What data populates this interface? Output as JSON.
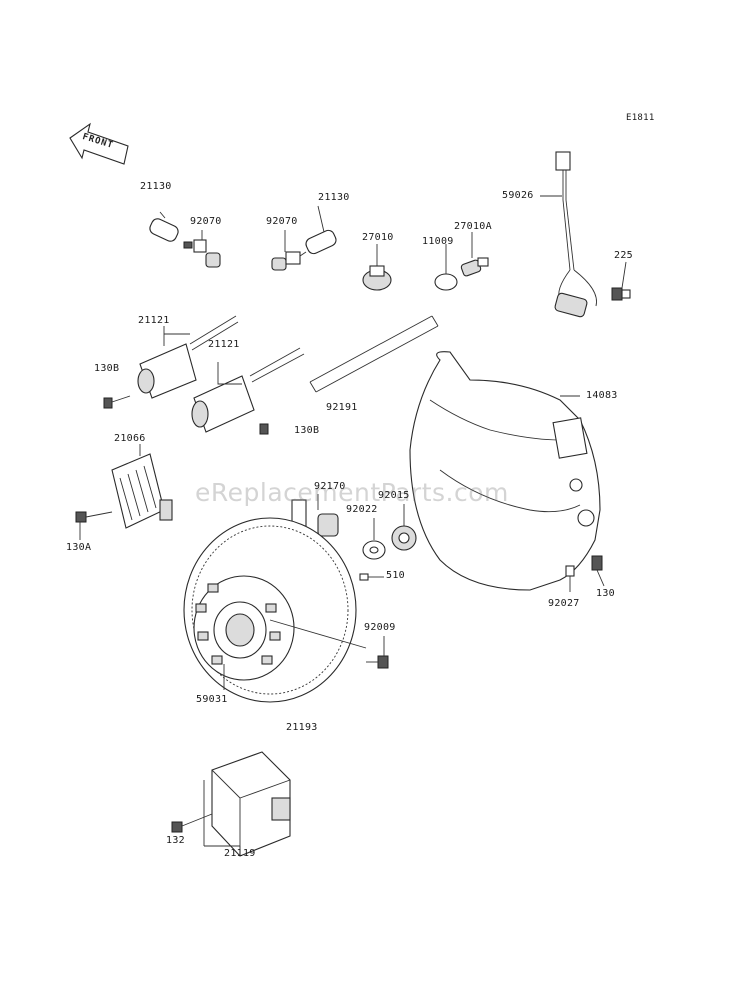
{
  "diagram": {
    "code": "E1811",
    "front_label": "FRONT",
    "watermark": "eReplacementParts.com",
    "parts": [
      "21130",
      "92070",
      "21130",
      "92070",
      "27010",
      "11009",
      "27010A",
      "59026",
      "225",
      "21121",
      "21121",
      "130B",
      "130B",
      "92191",
      "14083",
      "21066",
      "130A",
      "92170",
      "92015",
      "92022",
      "510",
      "92027",
      "130",
      "92009",
      "59031",
      "21193",
      "132",
      "21119"
    ]
  }
}
